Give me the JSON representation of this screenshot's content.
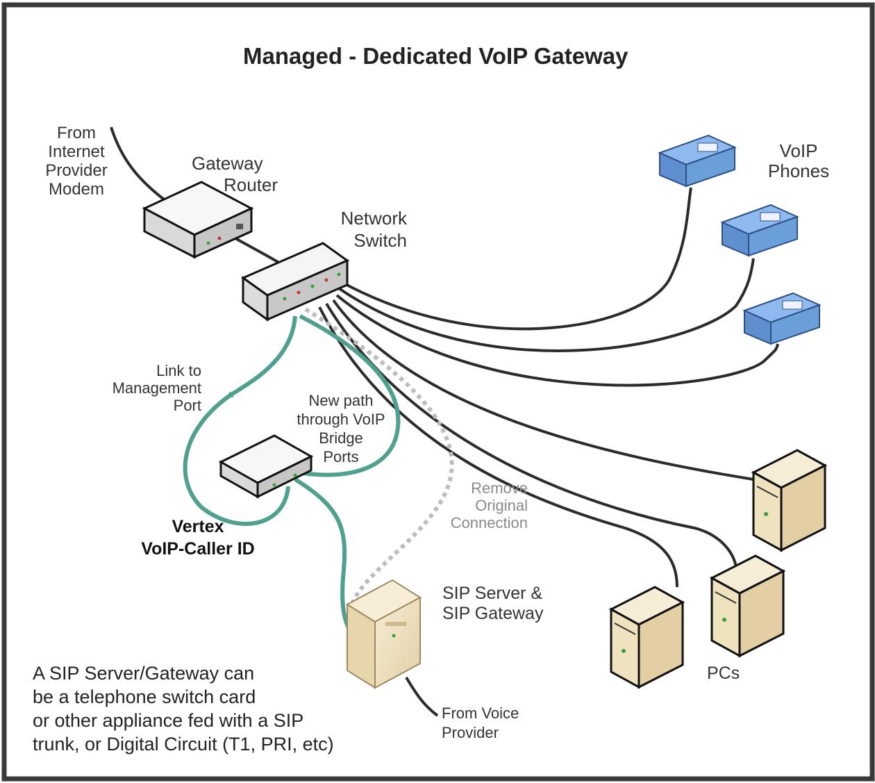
{
  "title": "Managed - Dedicated VoIP Gateway",
  "labels": {
    "from_internet": [
      "From",
      "Internet",
      "Provider",
      "Modem"
    ],
    "gateway_router": [
      "Gateway",
      "Router"
    ],
    "network_switch": [
      "Network",
      "Switch"
    ],
    "voip_phones": [
      "VoIP",
      "Phones"
    ],
    "link_to_management": [
      "Link to",
      "Management",
      "Port"
    ],
    "new_path": [
      "New path",
      "through VoIP",
      "Bridge",
      "Ports"
    ],
    "remove_original": [
      "Remove",
      "Original",
      "Connection"
    ],
    "vertex": [
      "Vertex",
      "VoIP-Caller ID"
    ],
    "sip_server": [
      "SIP Server &",
      "SIP Gateway"
    ],
    "pcs": [
      "PCs"
    ],
    "from_voice_provider": [
      "From Voice",
      "Provider"
    ]
  },
  "note": [
    "A SIP Server/Gateway can",
    "be a telephone switch card",
    "or other appliance fed with a SIP",
    "trunk, or Digital Circuit (T1, PRI, etc)"
  ],
  "colors": {
    "frame": "#3a3a3a",
    "cable": "#2b2b2b",
    "bridge_path": "#4fa08e",
    "removed_path": "#bdbdbd",
    "phone_body": "#6a9fd9",
    "server_body": "#efe2bf"
  },
  "icons": [
    "router-icon",
    "switch-icon",
    "phone-icon",
    "server-icon",
    "bridge-device-icon"
  ]
}
